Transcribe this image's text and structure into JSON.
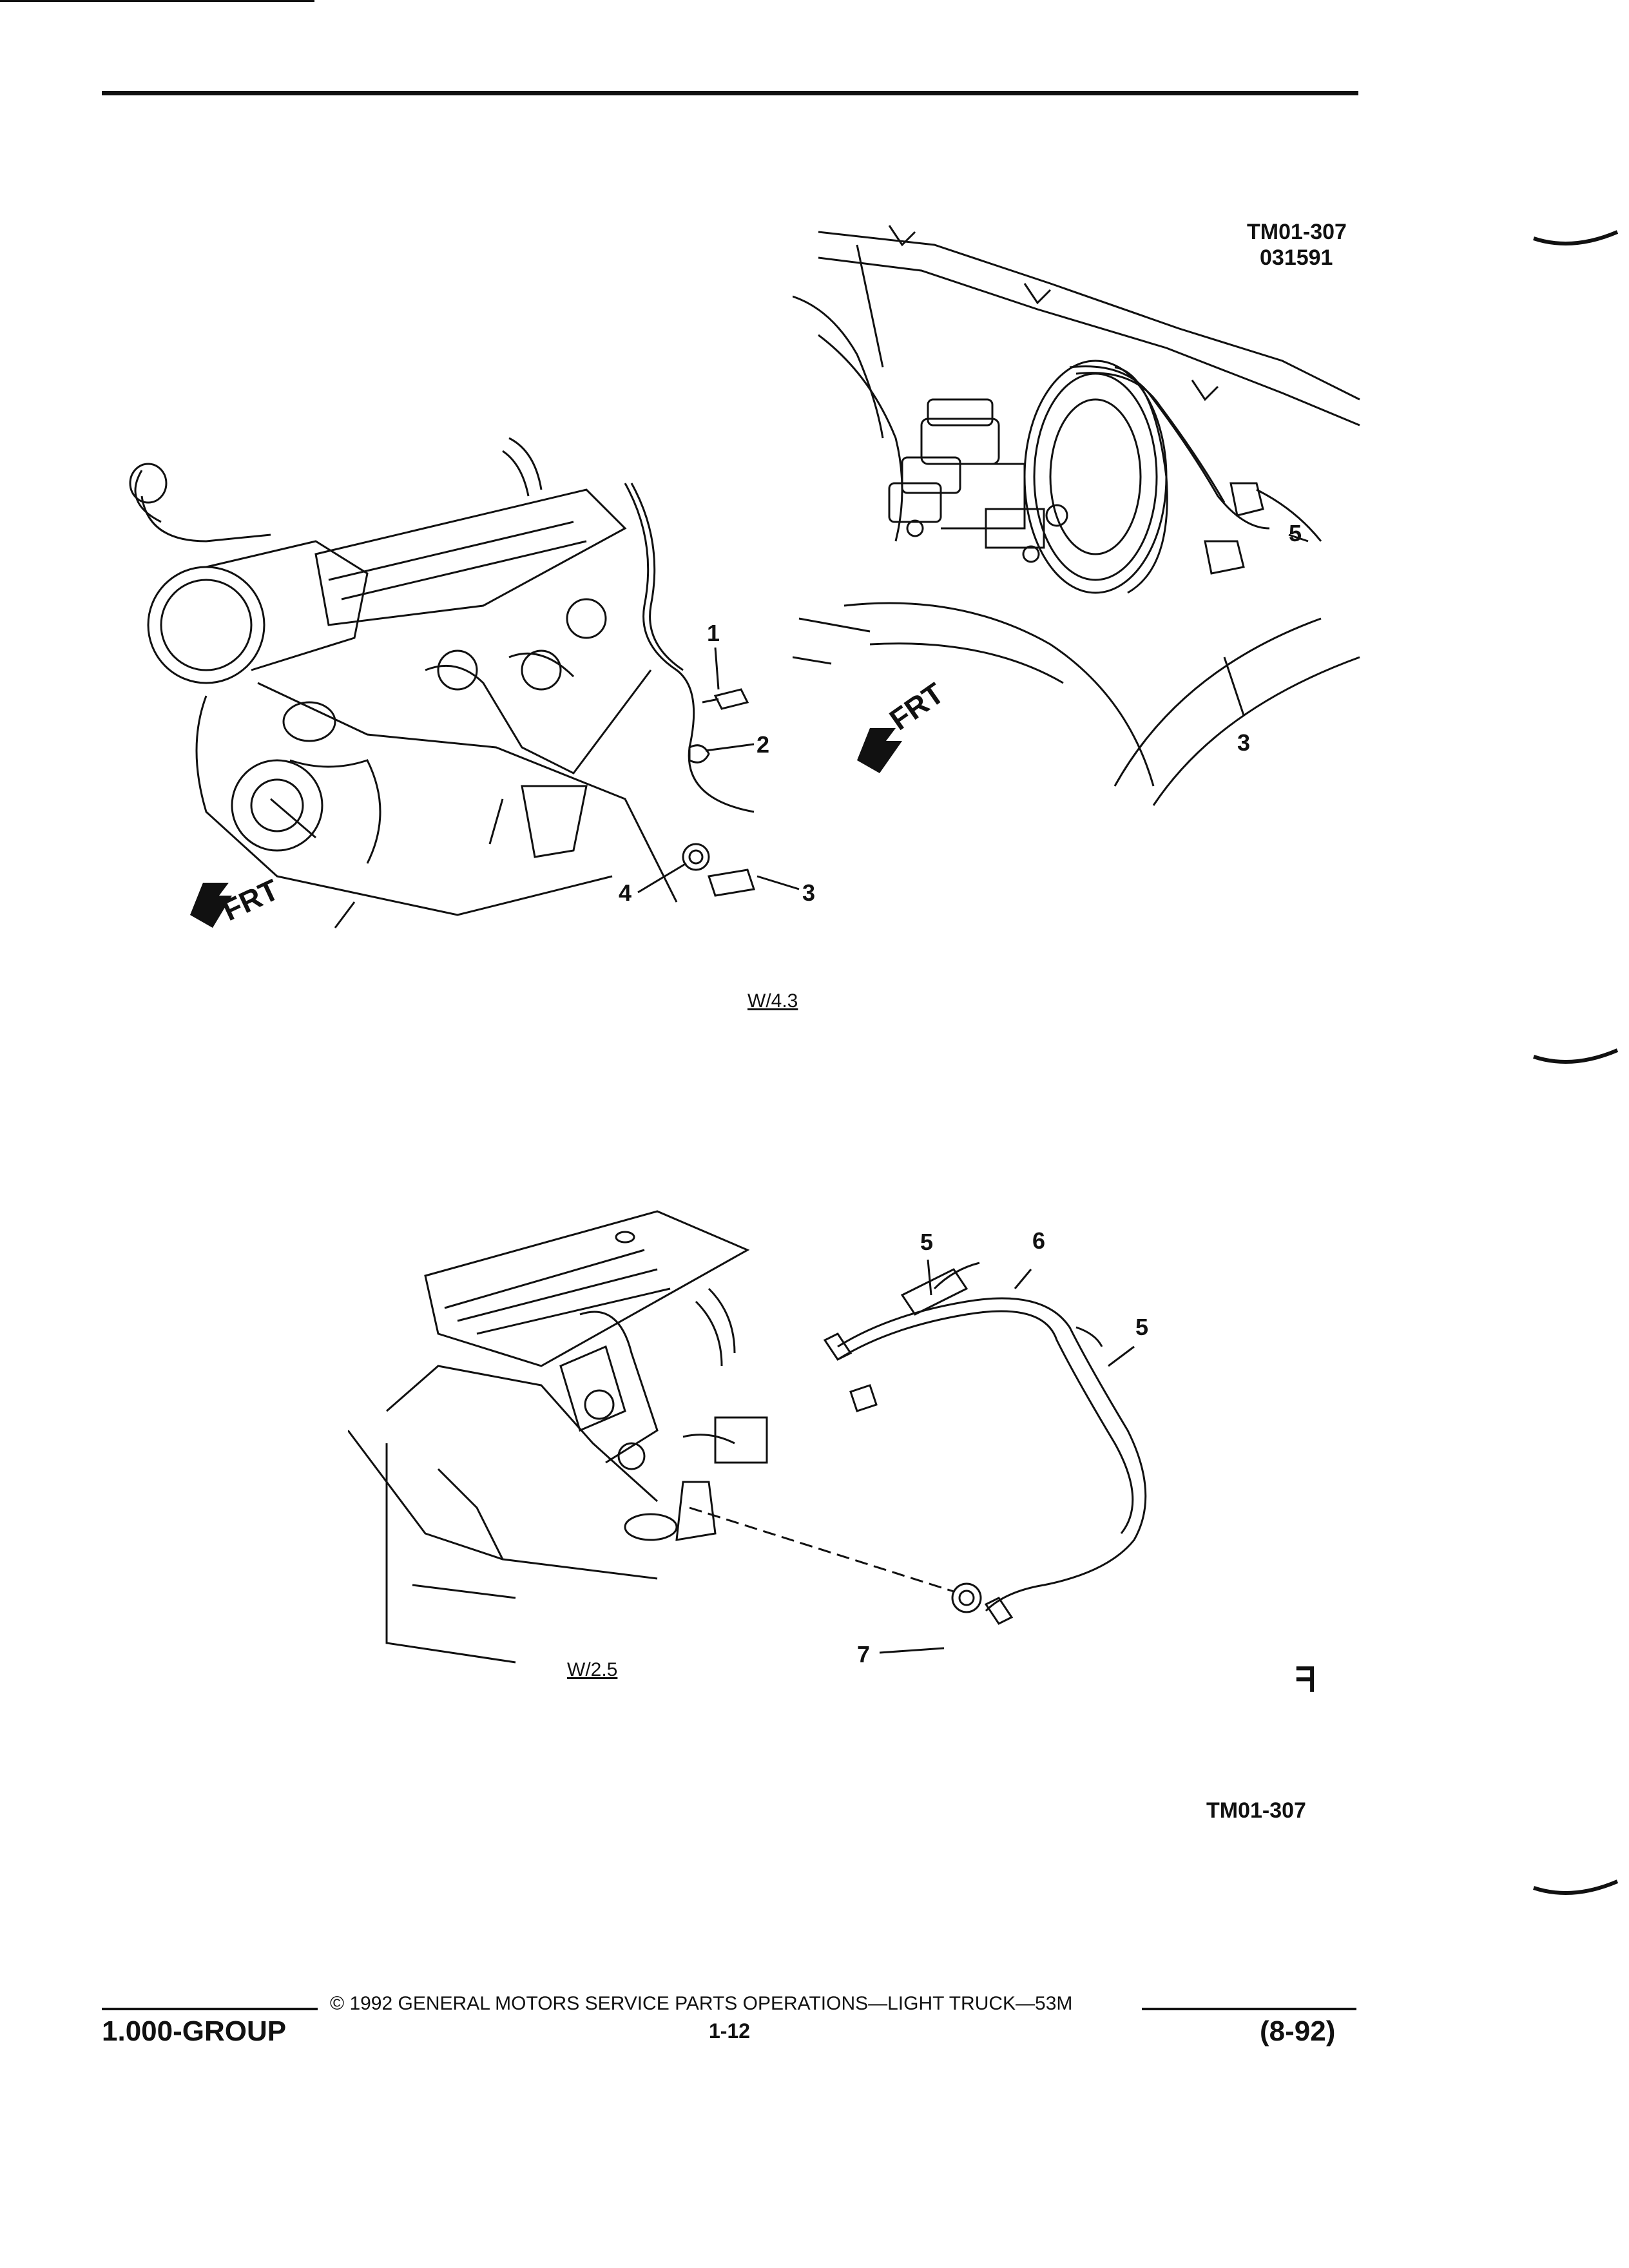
{
  "figure_top_right": {
    "ref_code": "TM01-307",
    "ref_date": "031591",
    "front_label": "FRT",
    "callouts": [
      "5",
      "3"
    ]
  },
  "figure_top_left": {
    "front_label": "FRT",
    "callouts": [
      "1",
      "2",
      "3",
      "4"
    ],
    "caption": "W/4.3"
  },
  "figure_bottom": {
    "callouts": [
      "5",
      "6",
      "5",
      "7"
    ],
    "caption": "W/2.5"
  },
  "figure_ref": "TM01-307",
  "gm_mark": "ᖷ",
  "footer": {
    "copyright": "© 1992 GENERAL MOTORS SERVICE PARTS OPERATIONS—LIGHT TRUCK—53M",
    "group": "1.000-GROUP",
    "page": "1-12",
    "date": "(8-92)"
  }
}
